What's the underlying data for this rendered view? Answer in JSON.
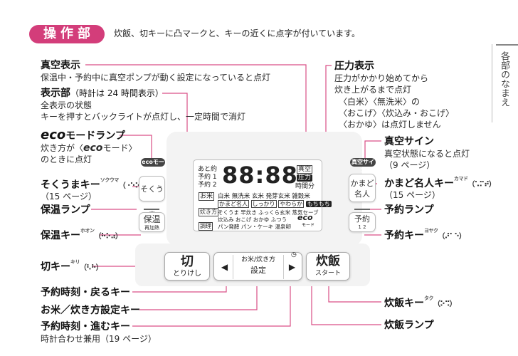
{
  "header": {
    "section_title": "操作部",
    "intro": "炊飯、切キーに凸マークと、キーの近くに点字が付いています。"
  },
  "side_tab": "各部のなまえ",
  "left_callouts": {
    "vacuum_display": {
      "label": "真空表示",
      "desc": "保温中・予約中に真空ポンプが動く設定になっていると点灯"
    },
    "display": {
      "label": "表示部",
      "note": "（時計は 24 時間表示）",
      "line1": "全表示の状態",
      "line2": "キーを押すとバックライトが点灯し、一定時間で消灯"
    },
    "eco_lamp": {
      "label_eco": "eco",
      "label_rest": "モードランプ",
      "line1_pre": "炊き方が〈",
      "line1_eco": "eco",
      "line1_post": "モード〉",
      "line2": "のときに点灯"
    },
    "sokuuma_key": {
      "label": "そくうまキー",
      "ruby": "ソクウマ",
      "braille": "（⠐⠑⠕⠁⠍）",
      "page": "（15 ページ）"
    },
    "warm_lamp": {
      "label": "保温ランプ"
    },
    "warm_key": {
      "label": "保温キー",
      "ruby": "ホオン",
      "braille": "（⠓⠕⠴）"
    },
    "off_key": {
      "label": "切キー",
      "ruby": "キリ",
      "braille": "（⠣⠓）"
    },
    "timer_back_key": {
      "label": "予約時刻・戻るキー"
    },
    "rice_setting_key": {
      "label": "お米／炊き方設定キー"
    },
    "timer_forward_key": {
      "label": "予約時刻・進むキー",
      "desc": "時計合わせ兼用（19 ページ）"
    }
  },
  "right_callouts": {
    "pressure_display": {
      "label": "圧力表示",
      "line1": "圧力がかかり始めてから",
      "line2": "炊き上がるまで点灯",
      "line3": "〈白米〉〈無洗米〉の",
      "line4": "〈おこげ〉〈炊込み・おこげ〉",
      "line5": "〈おかゆ〉は点灯しません"
    },
    "vacuum_sign": {
      "label": "真空サイン",
      "line1": "真空状態になると点灯",
      "line2": "（9 ページ）"
    },
    "kamado_key": {
      "label": "かまど名人キー",
      "ruby": "カマド",
      "braille": "（⠡⠍⠞）",
      "page": "（15 ページ）"
    },
    "timer_lamp": {
      "label": "予約ランプ"
    },
    "timer_key": {
      "label": "予約キー",
      "ruby": "ヨヤク",
      "braille": "（⠜⠁⠑）"
    },
    "cook_key": {
      "label": "炊飯キー",
      "ruby": "タク",
      "braille": "（⠕⠩）"
    },
    "cook_lamp": {
      "label": "炊飯ランプ"
    }
  },
  "panel": {
    "eco_badge": "ecoモード",
    "vacuum_badge": "真空サイン",
    "sokuuma_btn": "そくうま",
    "warm_btn": "保温",
    "warm_sub": "再加熱",
    "kamado_btn_1": "かまど",
    "kamado_btn_2": "名人",
    "timer_btn": "予約",
    "timer_sub": "1 2",
    "off_btn": "切",
    "off_sub": "とりけし",
    "set_btn_1": "お米/炊き方",
    "set_btn_2": "設定",
    "cook_btn": "炊飯",
    "cook_sub": "スタート",
    "back_arrow": "◀",
    "forward_arrow": "▶",
    "clock_mark": "◷"
  },
  "lcd": {
    "ato": "あと約",
    "yoyaku1": "予約 1",
    "yoyaku2": "予約 2",
    "digits": "88:88",
    "vacuum": "真空",
    "pressure": "圧力",
    "time_unit": "時間分",
    "rice_tag": "お米",
    "rice_row": "白米 無洗米 玄米 発芽玄米 雑穀米",
    "kamado": "かまど名人",
    "shikkari": "しっかり",
    "yawaraka": "やわらか",
    "mochimochi": "もちもち",
    "method_tag": "炊き方",
    "method_row1": "そくうま 早炊き ふっくら玄米 蒸気セーブ",
    "method_row2": "炊込み おこげ おかゆ ふつう",
    "eco": "eco",
    "mode": "モード",
    "cook_tag": "調理",
    "cook_row": "パン発酵 パン・ケーキ 温泉卵"
  },
  "colors": {
    "accent": "#d33d7a",
    "leader": "#d94f86"
  }
}
